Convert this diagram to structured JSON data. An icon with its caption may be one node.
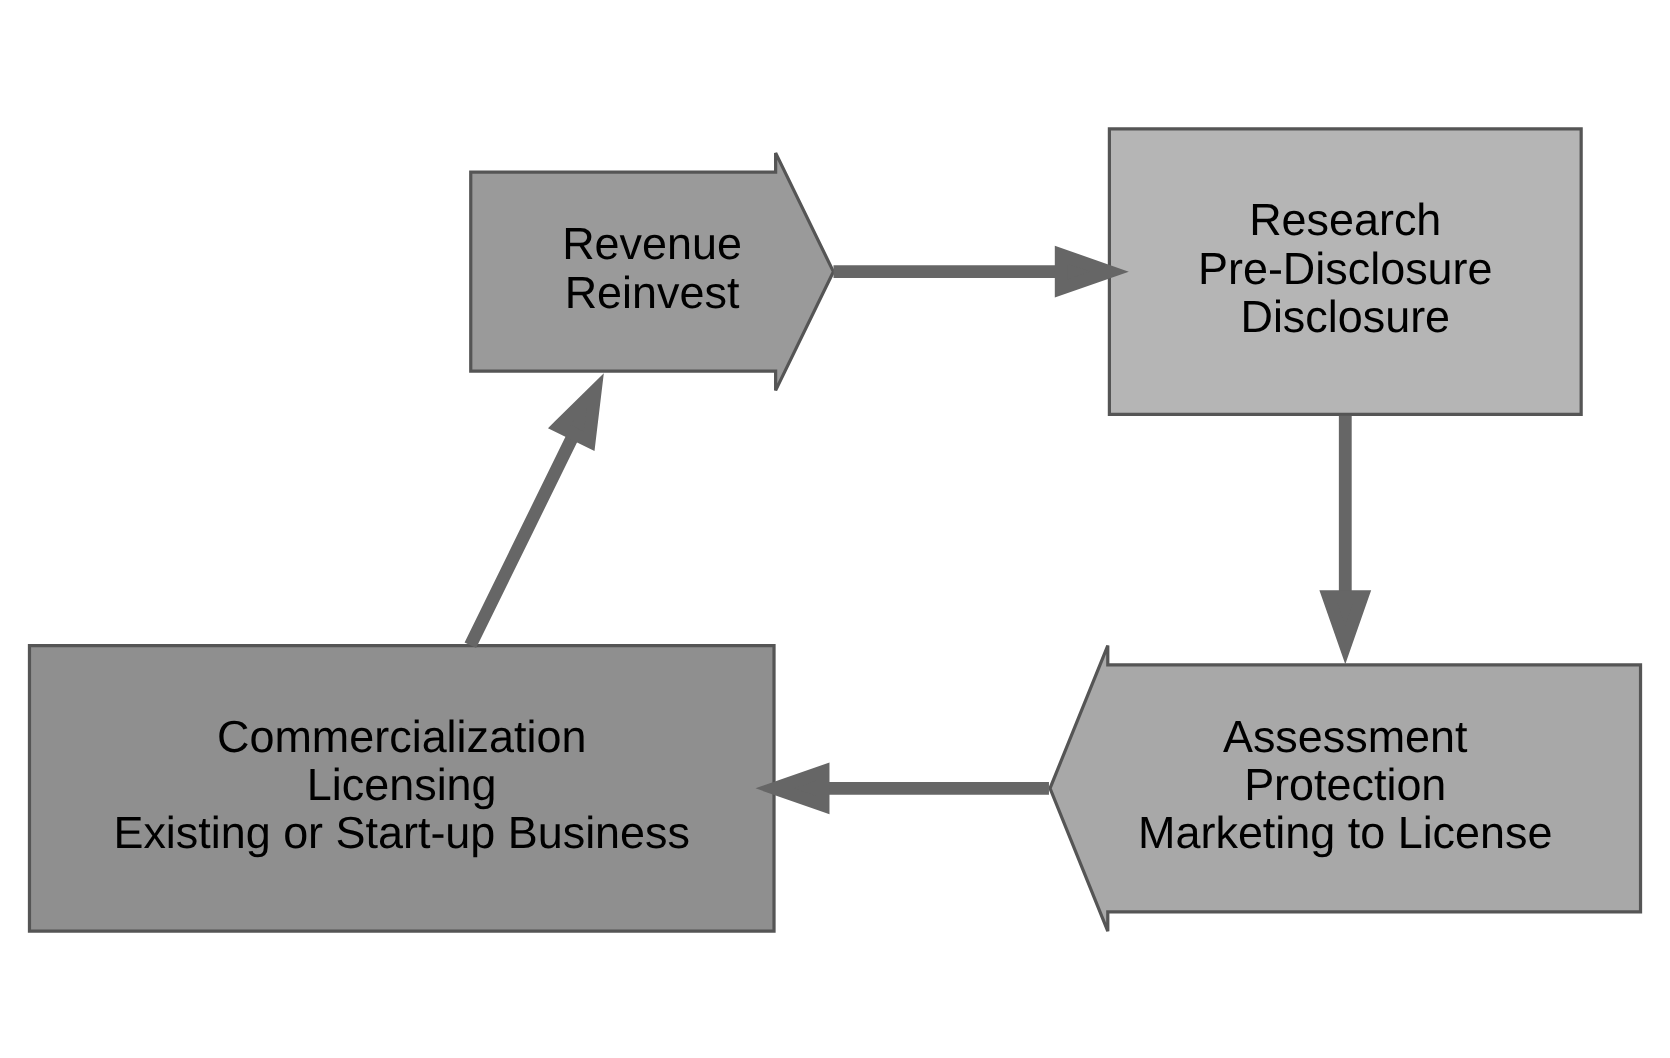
{
  "diagram": {
    "nodes": [
      {
        "text": [
          "Revenue",
          "Reinvest"
        ]
      },
      {
        "text": [
          "Research",
          "Pre-Disclosure",
          "Disclosure"
        ]
      },
      {
        "text": [
          "Assessment",
          "Protection",
          "Marketing to License"
        ]
      },
      {
        "text": [
          "Commercialization",
          "Licensing",
          "Existing or Start-up Business"
        ]
      }
    ],
    "edges": [
      {
        "from": 0,
        "to": 1,
        "arrow": "to"
      },
      {
        "from": 1,
        "to": 2,
        "arrow": "to"
      },
      {
        "from": 2,
        "to": 3,
        "arrow": "to"
      },
      {
        "from": 3,
        "to": 0,
        "arrow": "to"
      }
    ]
  }
}
